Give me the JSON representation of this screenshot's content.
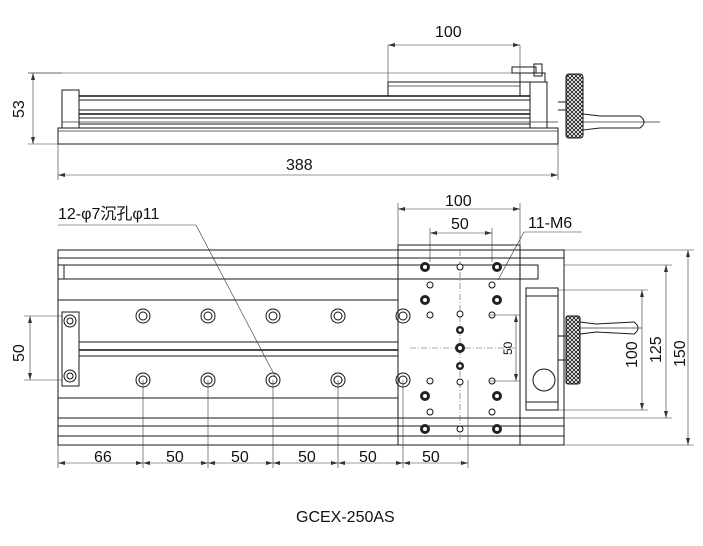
{
  "side_view": {
    "dim_length": "388",
    "dim_height": "53",
    "dim_travel": "100"
  },
  "top_view": {
    "dim_stage_width": "100",
    "dim_hole_spacing_x": "50",
    "dim_rail_spacing": "50",
    "dim_height_100": "100",
    "dim_height_125": "125",
    "dim_height_150": "150",
    "dim_inner_50": "50",
    "bottom_dims": [
      "66",
      "50",
      "50",
      "50",
      "50",
      "50"
    ],
    "callout_holes": "12-φ7沉孔φ11",
    "callout_tapped": "11-M6"
  },
  "model_label": "GCEX-250AS"
}
